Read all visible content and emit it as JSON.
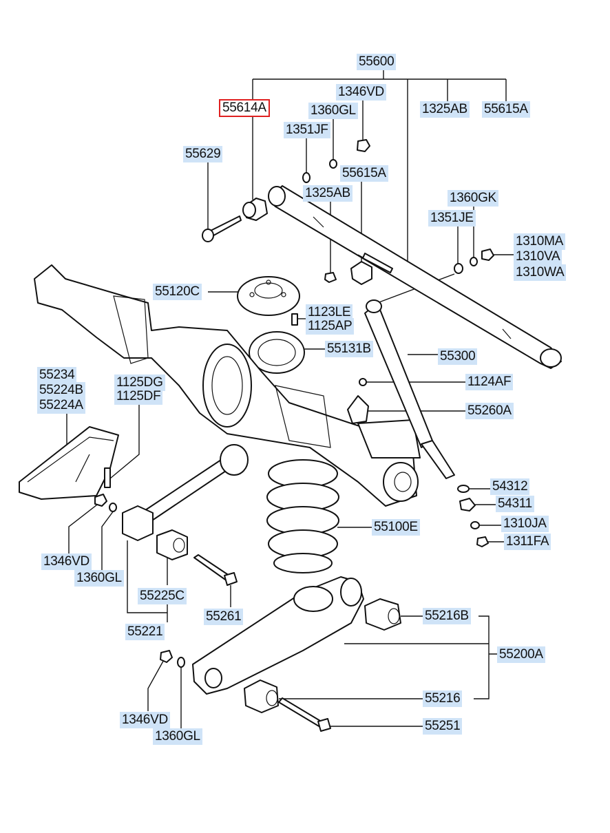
{
  "callouts": {
    "c55600": "55600",
    "c55614A": "55614A",
    "c1346VD_top": "1346VD",
    "c1360GL_top": "1360GL",
    "c1351JF": "1351JF",
    "c1325AB_right": "1325AB",
    "c55615A_right": "55615A",
    "c55629": "55629",
    "c55615A_mid": "55615A",
    "c1325AB_mid": "1325AB",
    "c1360GK": "1360GK",
    "c1351JE": "1351JE",
    "c1310MA": "1310MA",
    "c1310VA": "1310VA",
    "c1310WA": "1310WA",
    "c55120C": "55120C",
    "c1123LE": "1123LE",
    "c1125AP": "1125AP",
    "c55131B": "55131B",
    "c55300": "55300",
    "c55234": "55234",
    "c55224B": "55224B",
    "c55224A": "55224A",
    "c1125DG": "1125DG",
    "c1125DF": "1125DF",
    "c1124AF": "1124AF",
    "c55260A": "55260A",
    "c54312": "54312",
    "c54311": "54311",
    "c1310JA": "1310JA",
    "c1311FA": "1311FA",
    "c55100E": "55100E",
    "c1346VD_left": "1346VD",
    "c1360GL_left": "1360GL",
    "c55225C": "55225C",
    "c55261": "55261",
    "c55221": "55221",
    "c55216B": "55216B",
    "c55200A": "55200A",
    "c55216": "55216",
    "c55251": "55251",
    "c1346VD_bottom": "1346VD",
    "c1360GL_bottom": "1360GL"
  },
  "colors": {
    "callout_background": "#cfe3f7",
    "highlight_border": "#e02020",
    "line": "#111111"
  }
}
